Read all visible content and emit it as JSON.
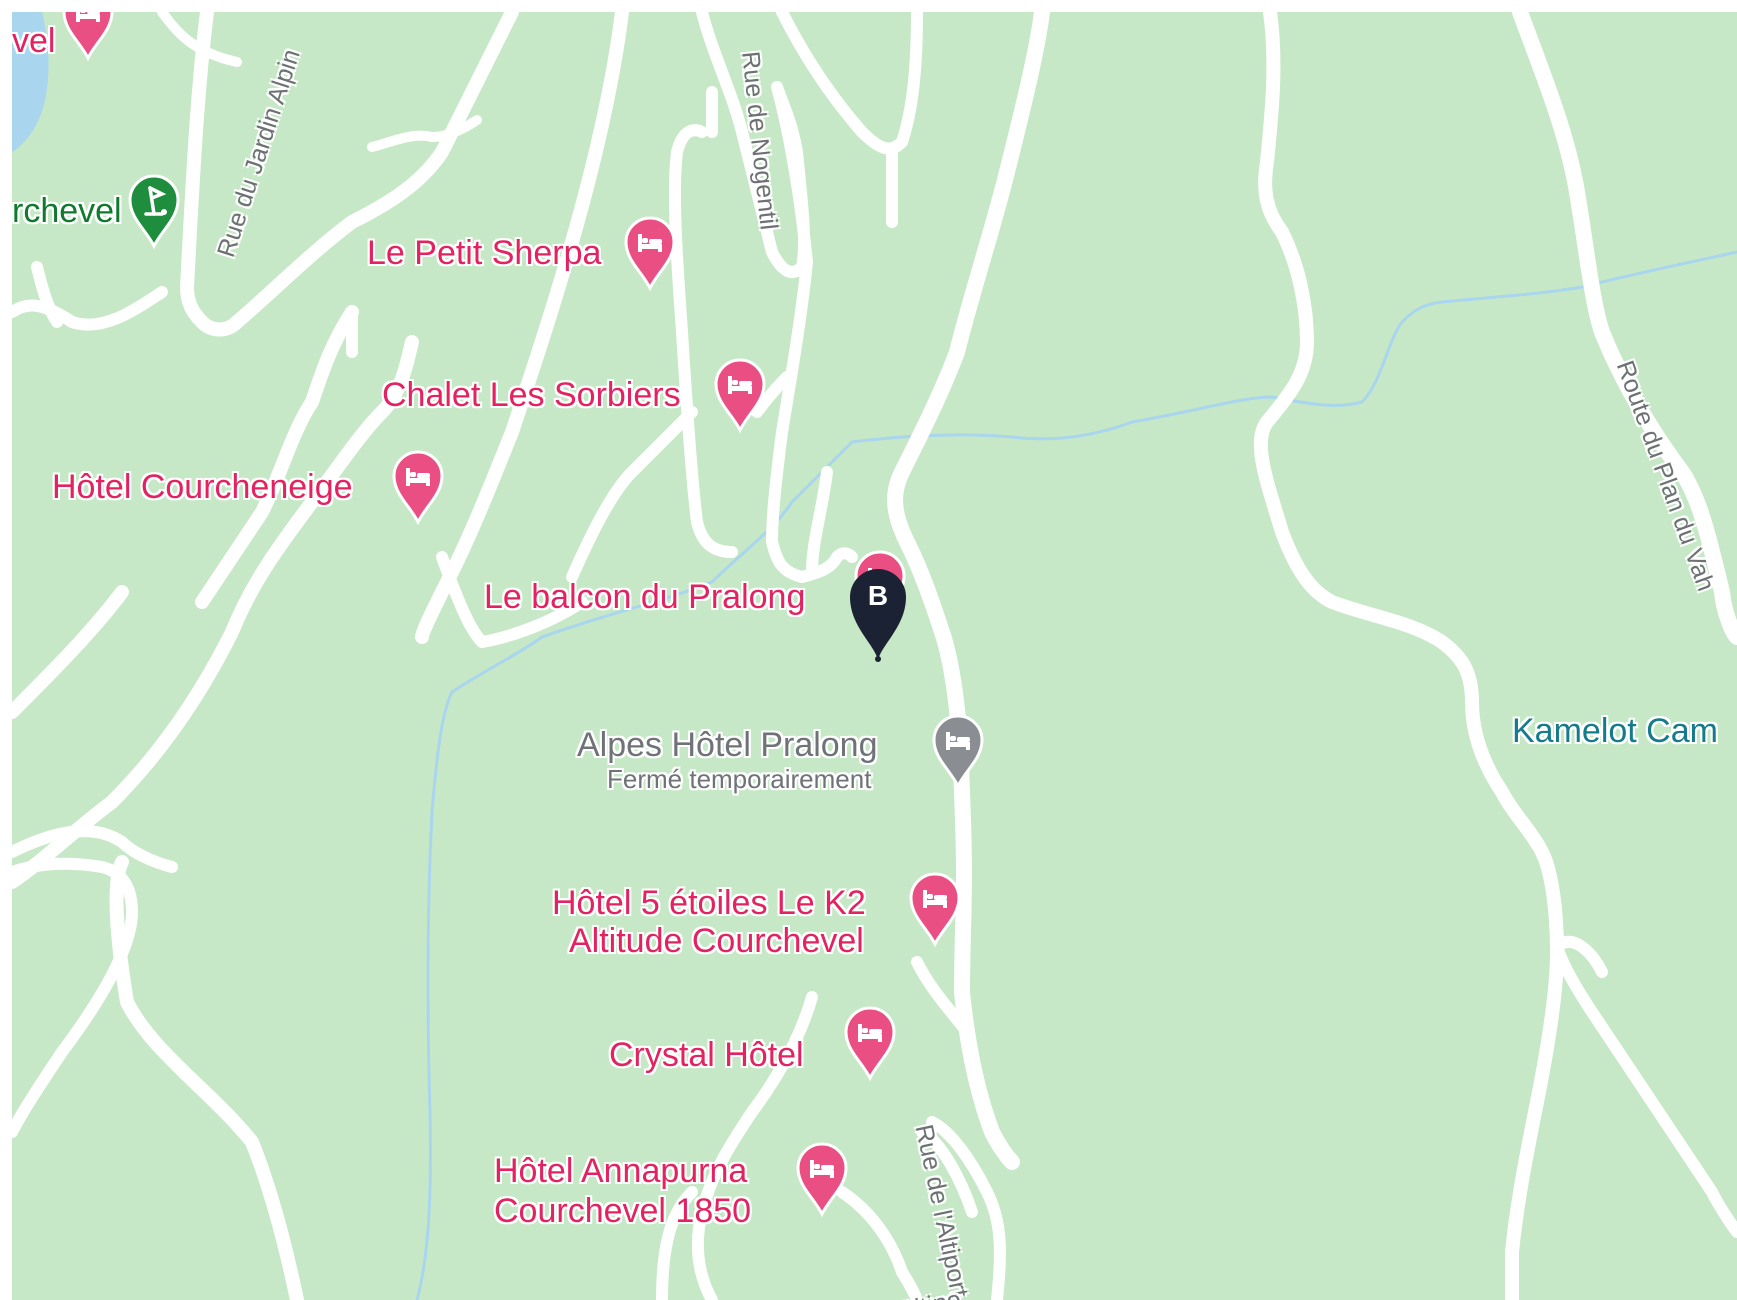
{
  "map": {
    "colors": {
      "land": "#c6e8c6",
      "road": "#ffffff",
      "water": "#a9d5ef",
      "hotel_pin": "#ea4f84",
      "closed_pin": "#8a8d91",
      "golf_pin": "#1e8e3e",
      "marker": "#1b2234"
    },
    "hotels": [
      {
        "name": "Le Petit Sherpa",
        "icon": "hotel-bed-icon"
      },
      {
        "name": "Chalet Les Sorbiers",
        "icon": "hotel-bed-icon"
      },
      {
        "name": "Hôtel Courcheneige",
        "icon": "hotel-bed-icon"
      },
      {
        "name": "Le balcon du Pralong",
        "icon": "hotel-bed-icon"
      },
      {
        "name": "Hôtel 5 étoiles Le K2",
        "name2": "Altitude Courchevel",
        "icon": "hotel-bed-icon"
      },
      {
        "name": "Crystal Hôtel",
        "icon": "hotel-bed-icon"
      },
      {
        "name": "Hôtel Annapurna",
        "name2": "Courchevel 1850",
        "icon": "hotel-bed-icon"
      }
    ],
    "closed_hotel": {
      "name": "Alpes Hôtel Pralong",
      "status": "Fermé temporairement",
      "icon": "hotel-bed-icon"
    },
    "golf": {
      "label": "rchevel",
      "icon": "golf-icon"
    },
    "top_left_label": "vel",
    "camp": {
      "label": "Kamelot Cam"
    },
    "marker": {
      "letter": "B"
    },
    "streets": [
      "Rue du Jardin Alpin",
      "Rue de Nogentil",
      "Route du Plan du Vah",
      "Rue de l'Altiport",
      "e de l'Altipo"
    ]
  }
}
